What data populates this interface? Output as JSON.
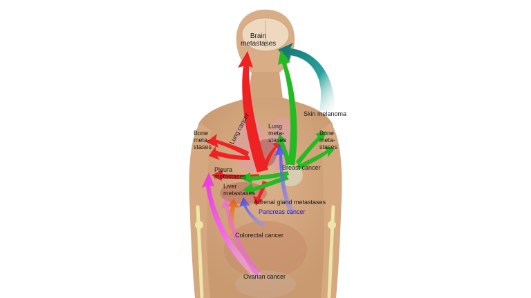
{
  "labels": {
    "brain_metastases": [
      "Brain",
      "metastases"
    ],
    "skin_melanoma": "Skin melanoma",
    "bone_metastases_left": [
      "Bone",
      "meta-",
      "stases"
    ],
    "bone_metastases_right": [
      "Bone",
      "meta-",
      "stases"
    ],
    "lung_metastases": [
      "Lung",
      "meta-",
      "stases"
    ],
    "lung_cancer": "Lung cancer",
    "breast_cancer": "Breast cancer",
    "pleura_metastases": [
      "Pleura",
      "metastases"
    ],
    "liver_metastases": [
      "Liver",
      "metastases"
    ],
    "adrenal_gland_metastases": "Adrenal gland metastases",
    "pancreas_cancer": "Pancreas cancer",
    "colorectal_cancer": "Colorectal cancer",
    "ovarian_cancer": "Ovarian cancer"
  },
  "colors": {
    "background": "#ffffff",
    "skin": "#d9ad85",
    "skin_shade": "#c8986f",
    "lung_cancer_arrow": "#ee2222",
    "breast_cancer_arrow": "#22bb22",
    "skin_melanoma_arrow": "#1a8a86",
    "pancreas_cancer_arrow": "#5555ee",
    "colorectal_cancer_arrow": "#e0600f",
    "ovarian_cancer_arrow": "#ee44dd",
    "pancreas_label": "#2222aa"
  }
}
